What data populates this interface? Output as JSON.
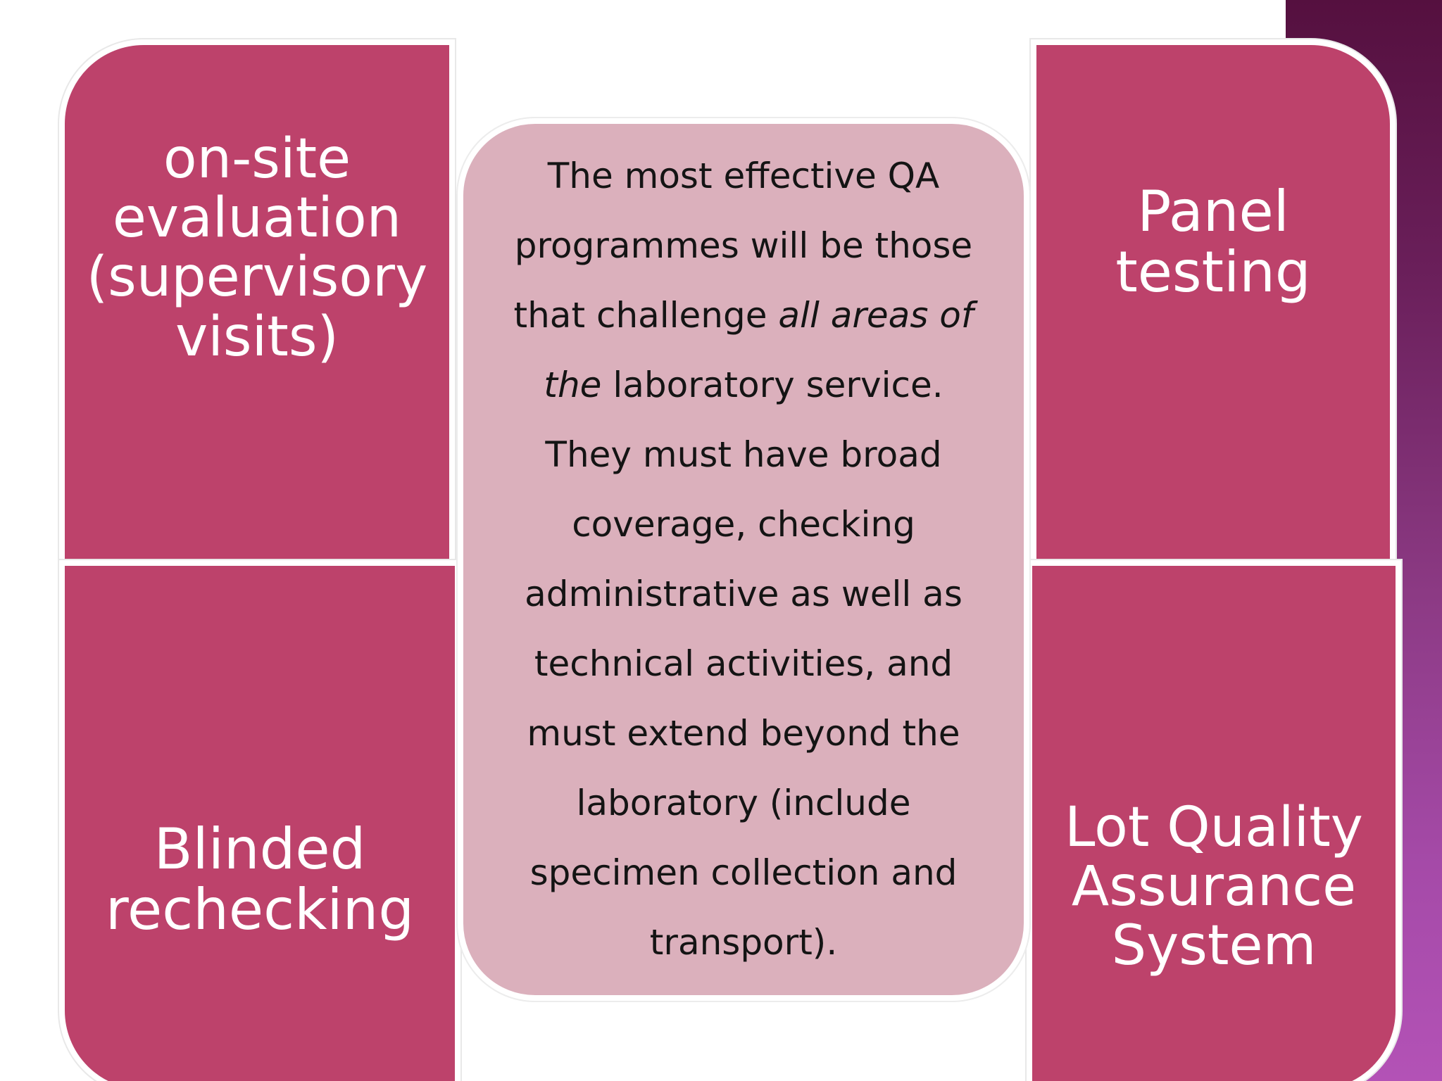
{
  "diagram": {
    "top_left": "on-site evaluation (supervisory visits)",
    "top_right": "Panel testing",
    "bottom_left": "Blinded rechecking",
    "bottom_right": "Lot Quality Assurance System",
    "center": {
      "part1": "The most effective QA programmes will be those that challenge ",
      "emphasis": "all areas of the",
      "part2": " laboratory service. They must have broad coverage, checking administrative as well as technical activities, and must extend beyond the laboratory (include specimen collection and transport)."
    }
  },
  "colors": {
    "quadrant_fill": "#bd426b",
    "center_fill": "#dbb0bc",
    "side_strip": "#8c3a84"
  }
}
